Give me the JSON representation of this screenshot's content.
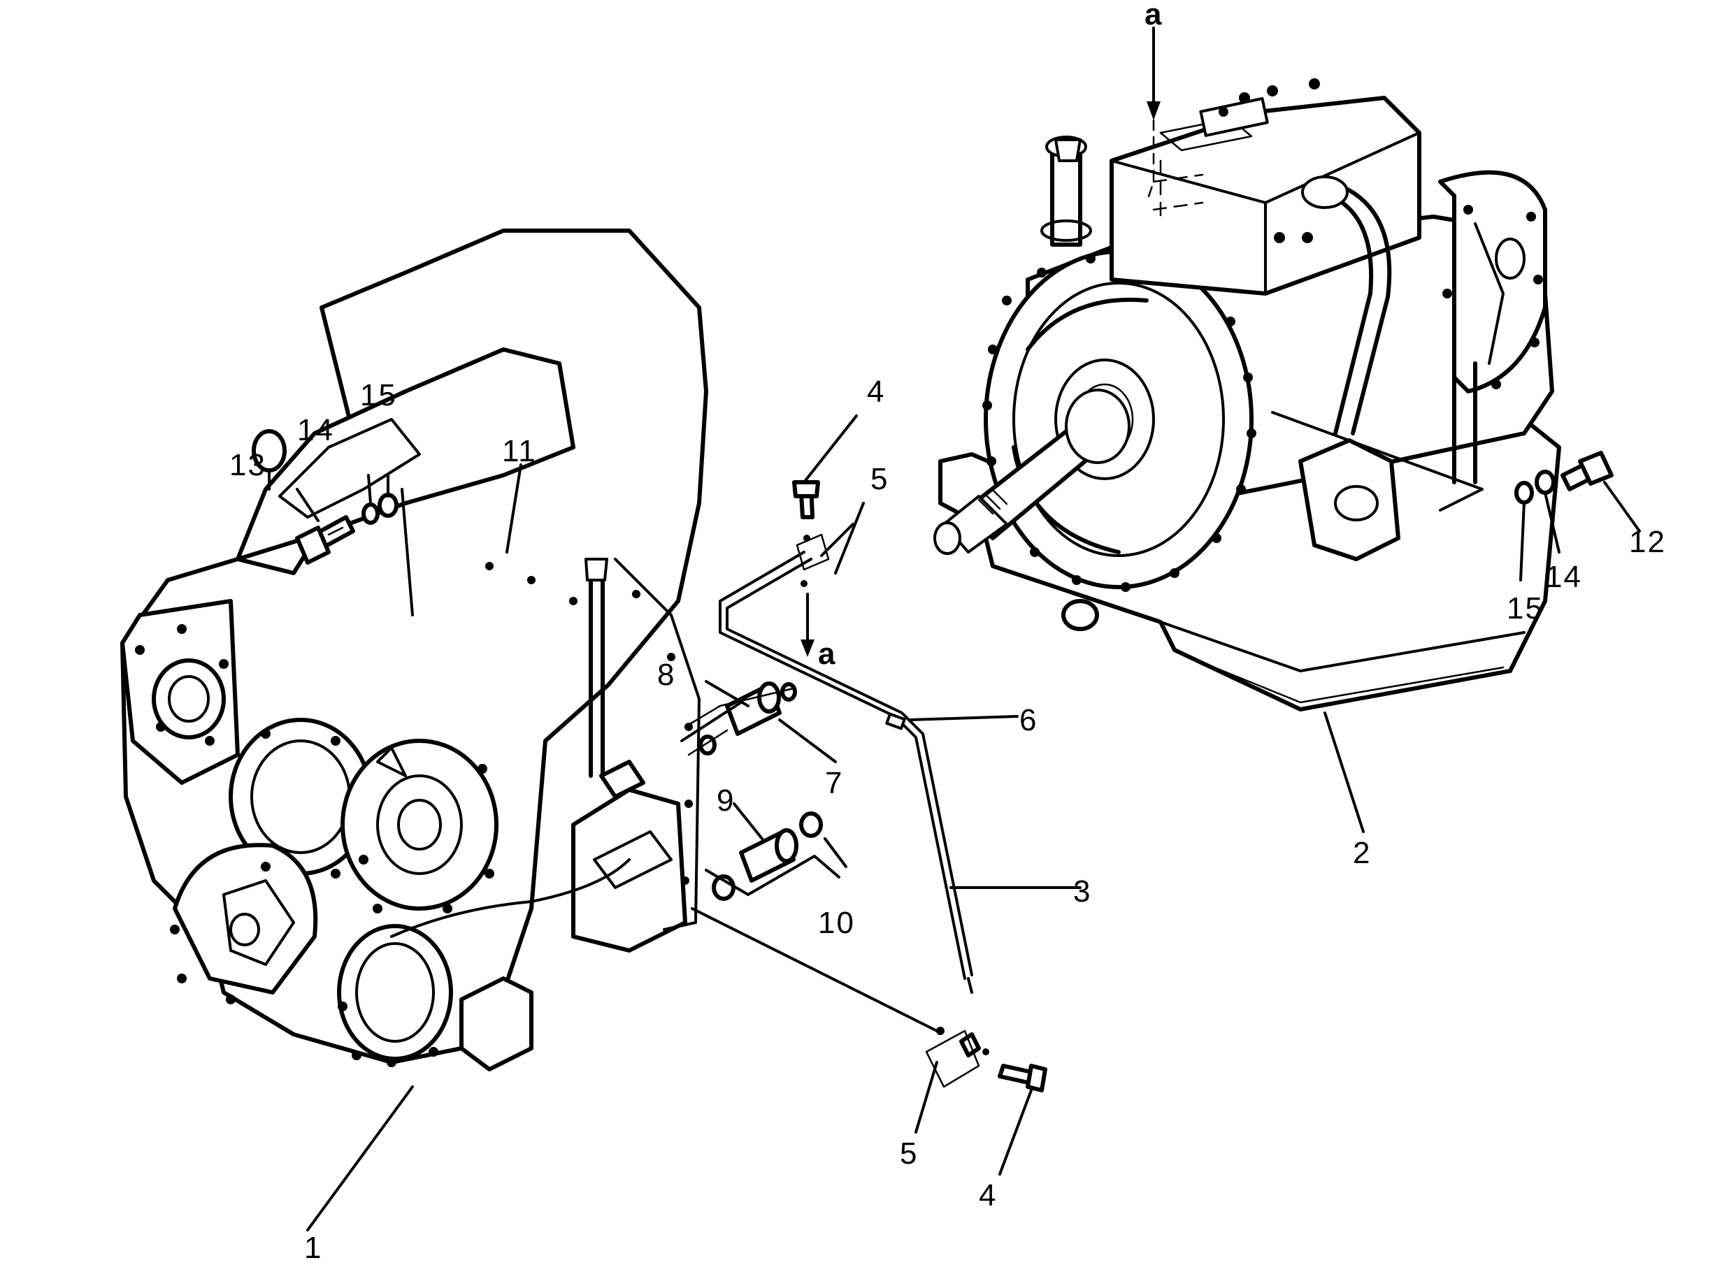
{
  "view_markers": [
    "a",
    "a"
  ],
  "part_numbers": {
    "p1": "1",
    "p2": "2",
    "p3": "3",
    "p4_top": "4",
    "p4_bottom": "4",
    "p5_top": "5",
    "p5_bottom": "5",
    "p6": "6",
    "p7": "7",
    "p8": "8",
    "p9": "9",
    "p10": "10",
    "p11": "11",
    "p12": "12",
    "p13": "13",
    "p14_left": "14",
    "p14_right": "14",
    "p15_left": "15",
    "p15_right": "15"
  },
  "colors": {
    "ink": "#000000",
    "paper": "#ffffff"
  }
}
